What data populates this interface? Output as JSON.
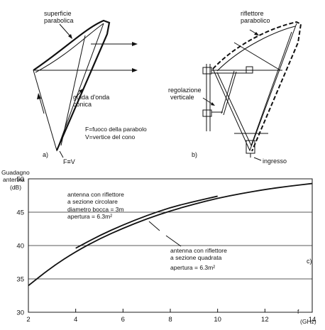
{
  "figure": {
    "panel_a": {
      "label": "a)",
      "surface_label": [
        "superficie",
        "parabolica"
      ],
      "guide_label": [
        "guida d'onda",
        "conica"
      ],
      "legend_lines": [
        "F=fuoco della parabolo",
        "V=vertice del cono"
      ],
      "apex_label": "F≡V"
    },
    "panel_b": {
      "label": "b)",
      "reflector_label": [
        "riflettore",
        "parabolico"
      ],
      "adjust_label": [
        "regolazione",
        "verticale"
      ],
      "input_label": "ingresso"
    },
    "panel_c": {
      "label": "c)"
    }
  },
  "chart_data": {
    "type": "line",
    "title": "",
    "ylabel": [
      "Guadagno",
      "antenna",
      "(dB)"
    ],
    "xlabel": [
      "f",
      "(GHz)"
    ],
    "xlim": [
      2,
      14
    ],
    "ylim": [
      30,
      50
    ],
    "xticks": [
      2,
      4,
      6,
      8,
      10,
      12,
      14
    ],
    "yticks": [
      30,
      35,
      40,
      45,
      50
    ],
    "grid": "horizontal",
    "annotations": {
      "circular": [
        "antenna con riflettore",
        "a sezione circolare",
        "diametro bocca = 3m",
        "apertura = 6.3m²"
      ],
      "square": [
        "antenna con riflettore",
        "a sezione quadrata",
        "apertura = 6.3m²"
      ]
    },
    "series": [
      {
        "x": [
          2,
          3,
          4,
          5,
          6,
          7,
          8,
          9,
          10,
          11,
          12,
          13,
          14
        ],
        "y": [
          34.0,
          36.8,
          39.1,
          41.0,
          42.6,
          44.0,
          45.2,
          46.2,
          47.1,
          47.8,
          48.4,
          48.9,
          49.3
        ]
      },
      {
        "x": [
          4,
          5,
          6,
          7,
          8,
          9,
          10
        ],
        "y": [
          39.6,
          41.5,
          43.1,
          44.5,
          45.7,
          46.6,
          47.4
        ]
      }
    ]
  }
}
